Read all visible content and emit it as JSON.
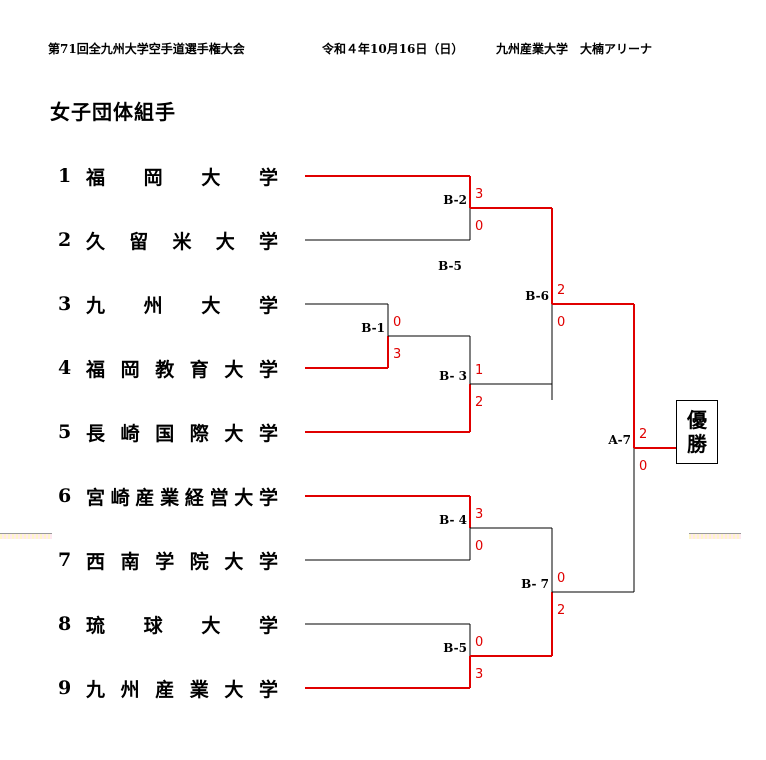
{
  "header": {
    "title": "第71回全九州大学空手道選手権大会",
    "date": "令和４年10月16日（日）",
    "venue": "九州産業大学　大楠アリーナ"
  },
  "event": "女子団体組手",
  "teams": [
    {
      "seed": "1",
      "name": "福岡大学",
      "won_first": true
    },
    {
      "seed": "2",
      "name": "久留米大学",
      "won_first": false
    },
    {
      "seed": "3",
      "name": "九州大学",
      "won_first": false
    },
    {
      "seed": "4",
      "name": "福岡教育大学",
      "won_first": true
    },
    {
      "seed": "5",
      "name": "長崎国際大学",
      "won_first": true
    },
    {
      "seed": "6",
      "name": "宮崎産業経営大学",
      "won_first": true
    },
    {
      "seed": "7",
      "name": "西南学院大学",
      "won_first": false
    },
    {
      "seed": "8",
      "name": "琉球大学",
      "won_first": false
    },
    {
      "seed": "9",
      "name": "九州産業大学",
      "won_first": true
    }
  ],
  "matches": [
    {
      "id": "B-1",
      "label": "B-1",
      "top_score": "0",
      "bottom_score": "3",
      "winner": "bottom"
    },
    {
      "id": "B-2",
      "label": "B-2",
      "top_score": "3",
      "bottom_score": "0",
      "winner": "top"
    },
    {
      "id": "B-3",
      "label": "B- 3",
      "top_score": "1",
      "bottom_score": "2",
      "winner": "bottom"
    },
    {
      "id": "B-4",
      "label": "B- 4",
      "top_score": "3",
      "bottom_score": "0",
      "winner": "top"
    },
    {
      "id": "B-5",
      "label": "B-5",
      "top_score": "0",
      "bottom_score": "3",
      "winner": "bottom"
    },
    {
      "id": "B-6",
      "label": "B-6",
      "top_score": "2",
      "bottom_score": "0",
      "winner": "top"
    },
    {
      "id": "B-7",
      "label": "B- 7",
      "top_score": "0",
      "bottom_score": "2",
      "winner": "bottom"
    },
    {
      "id": "A-7",
      "label": "A-7",
      "top_score": "2",
      "bottom_score": "0",
      "winner": "top"
    }
  ],
  "stray_label": "B-5",
  "winner_box": {
    "line1": "優",
    "line2": "勝"
  },
  "colors": {
    "win": "#e00000",
    "line": "#000000"
  }
}
